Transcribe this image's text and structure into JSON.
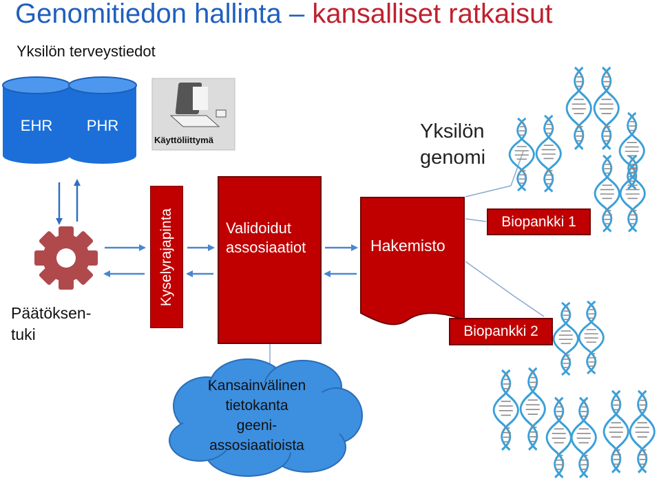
{
  "title": {
    "part1": "Genomitiedon hallinta",
    "dash": " – ",
    "part2": "kansalliset ratkaisut"
  },
  "subtitle": "Yksilön terveystiedot",
  "records": {
    "ehr": "EHR",
    "phr": "PHR"
  },
  "user_interface": "Käyttöliittymä",
  "genome": {
    "line1": "Yksilön",
    "line2": "genomi"
  },
  "decision_support": {
    "line1": "Päätöksen-",
    "line2": "tuki"
  },
  "query_interface": "Kyselyrajapinta",
  "validated": {
    "line1": "Validoidut",
    "line2": "assosiaatiot"
  },
  "directory": "Hakemisto",
  "biobank1": "Biopankki 1",
  "biobank2": "Biopankki 2",
  "cloud": {
    "line1": "Kansainvälinen",
    "line2": "tietokanta",
    "line3": "geeni-",
    "line4": "assosiaatioista"
  },
  "colors": {
    "blue": "#1f5fbf",
    "red": "#c00000",
    "cylinder": "#1c6fd8",
    "gear": "#b0494c",
    "cloud": "#3d8fe0",
    "dna_blue": "#3ca0d8",
    "dna_gray": "#8a8a8a"
  },
  "icons": [
    "database-cylinder-icon",
    "computer-icon",
    "gear-icon",
    "dna-helix-icon",
    "cloud-icon"
  ]
}
